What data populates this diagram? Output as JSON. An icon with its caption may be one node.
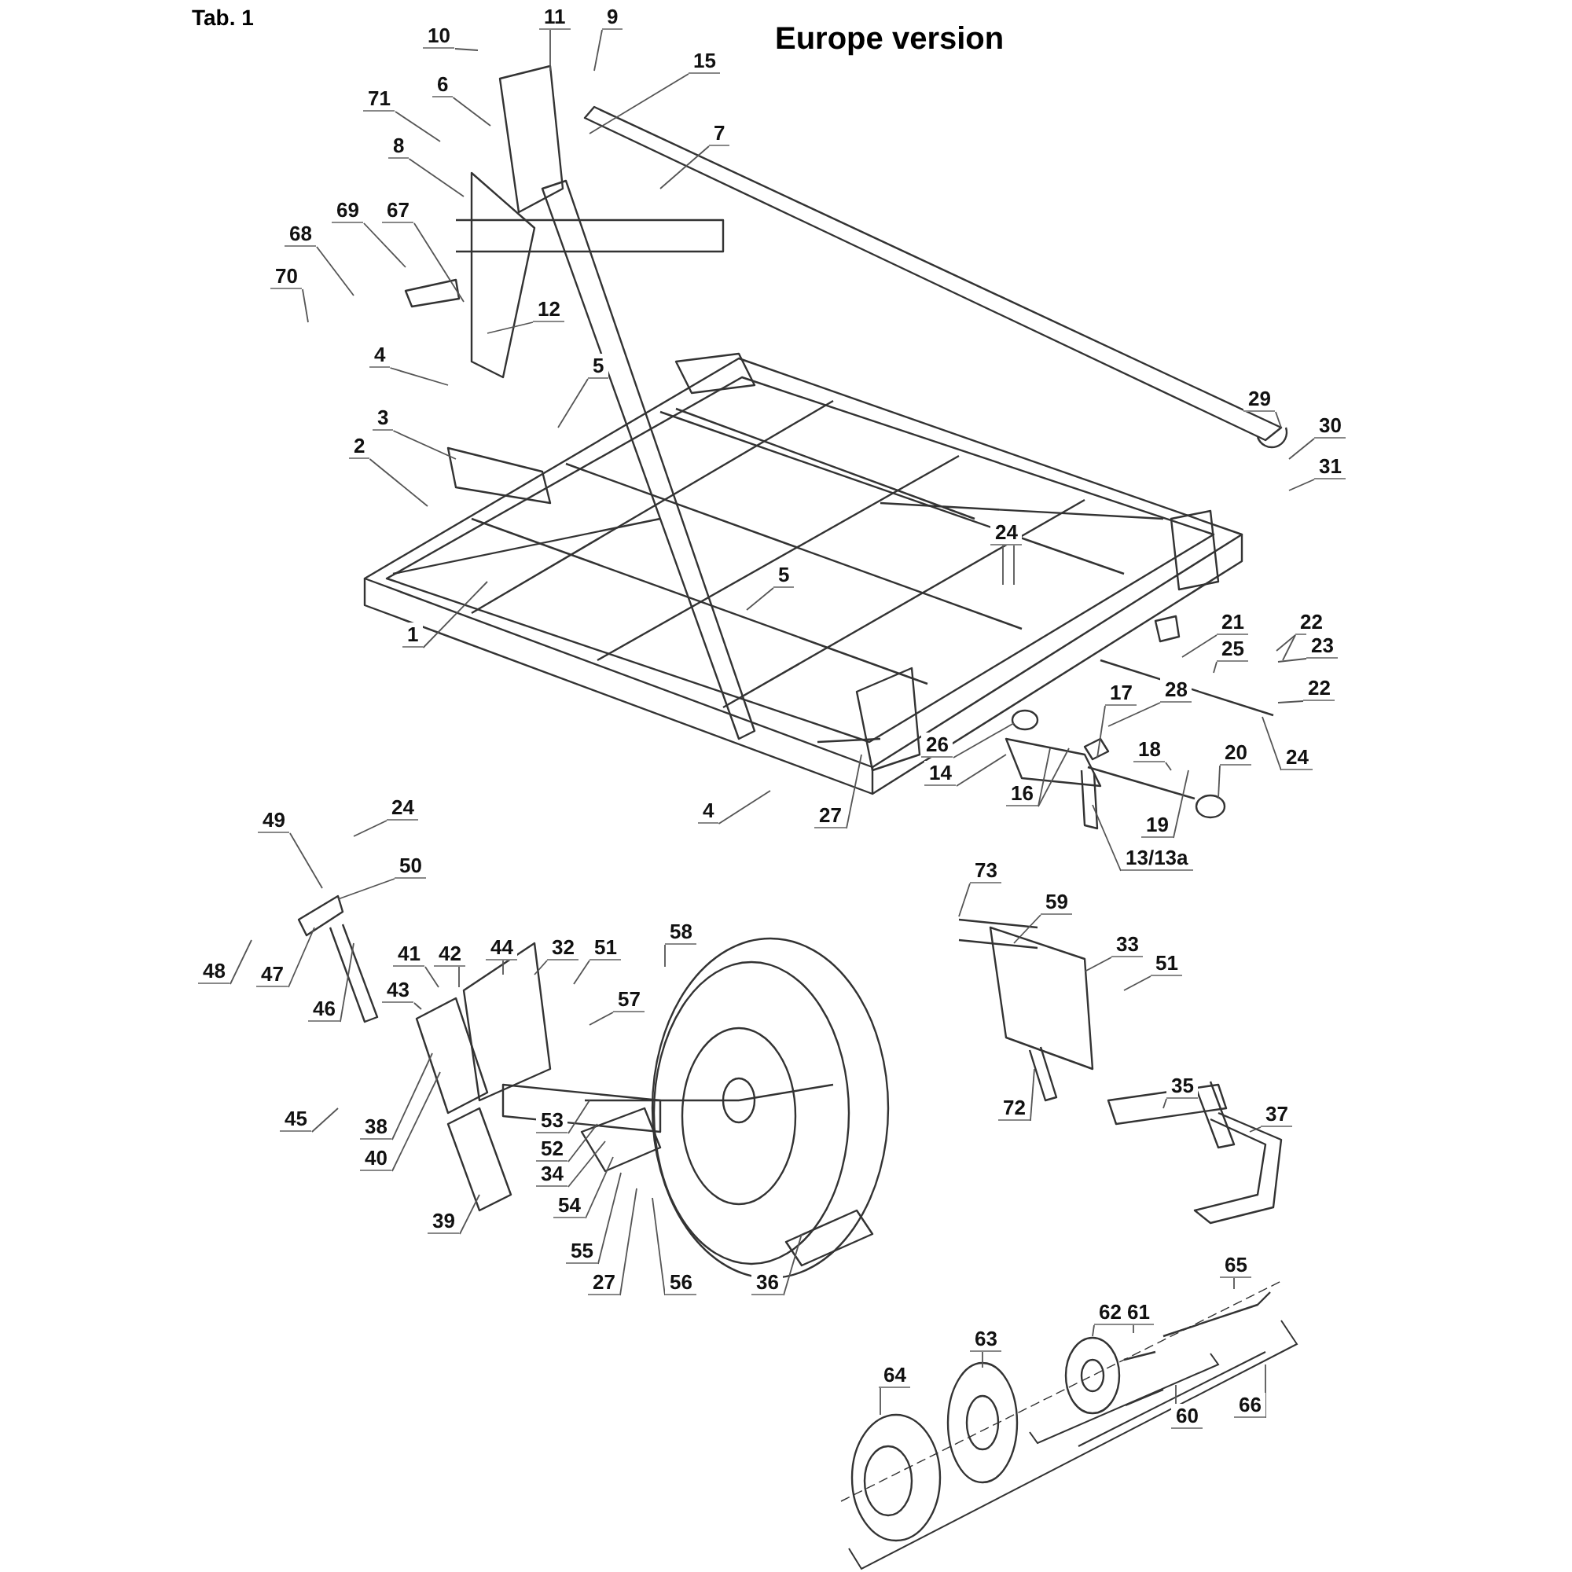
{
  "diagram": {
    "title": "Europe version",
    "nodes": [
      {
        "text": [
          "11"
        ]
      },
      {
        "text": [
          "9"
        ]
      },
      {
        "text": [
          "10"
        ]
      },
      {
        "text": [
          "6"
        ]
      },
      {
        "text": [
          "71"
        ]
      },
      {
        "text": [
          "15"
        ]
      },
      {
        "text": [
          "7"
        ]
      },
      {
        "text": [
          "8"
        ]
      },
      {
        "text": [
          "69"
        ]
      },
      {
        "text": [
          "67"
        ]
      },
      {
        "text": [
          "68"
        ]
      },
      {
        "text": [
          "70"
        ]
      },
      {
        "text": [
          "12"
        ]
      },
      {
        "text": [
          "4"
        ]
      },
      {
        "text": [
          "5"
        ]
      },
      {
        "text": [
          "3"
        ]
      },
      {
        "text": [
          "2"
        ]
      },
      {
        "text": [
          "29"
        ]
      },
      {
        "text": [
          "30"
        ]
      },
      {
        "text": [
          "31"
        ]
      },
      {
        "text": [
          "24"
        ]
      },
      {
        "text": [
          "5"
        ]
      },
      {
        "text": [
          "21"
        ]
      },
      {
        "text": [
          "22"
        ]
      },
      {
        "text": [
          "23"
        ]
      },
      {
        "text": [
          "25"
        ]
      },
      {
        "text": [
          "22"
        ]
      },
      {
        "text": [
          "28"
        ]
      },
      {
        "text": [
          "17"
        ]
      },
      {
        "text": [
          "24"
        ]
      },
      {
        "text": [
          "26"
        ]
      },
      {
        "text": [
          "16"
        ]
      },
      {
        "text": [
          "18"
        ]
      },
      {
        "text": [
          "20"
        ]
      },
      {
        "text": [
          "14"
        ]
      },
      {
        "text": [
          "19"
        ]
      },
      {
        "text": [
          "1"
        ]
      },
      {
        "text": [
          "4"
        ]
      },
      {
        "text": [
          "27"
        ]
      },
      {
        "text": [
          "13/13a"
        ]
      },
      {
        "text": [
          "24"
        ]
      },
      {
        "text": [
          "49"
        ]
      },
      {
        "text": [
          "50"
        ]
      },
      {
        "text": [
          "48"
        ]
      },
      {
        "text": [
          "47"
        ]
      },
      {
        "text": [
          "46"
        ]
      },
      {
        "text": [
          "44"
        ]
      },
      {
        "text": [
          "32"
        ]
      },
      {
        "text": [
          "51"
        ]
      },
      {
        "text": [
          "58"
        ]
      },
      {
        "text": [
          "41"
        ]
      },
      {
        "text": [
          "42"
        ]
      },
      {
        "text": [
          "43"
        ]
      },
      {
        "text": [
          "57"
        ]
      },
      {
        "text": [
          "45"
        ]
      },
      {
        "text": [
          "53"
        ]
      },
      {
        "text": [
          "38"
        ]
      },
      {
        "text": [
          "52"
        ]
      },
      {
        "text": [
          "40"
        ]
      },
      {
        "text": [
          "34"
        ]
      },
      {
        "text": [
          "54"
        ]
      },
      {
        "text": [
          "39"
        ]
      },
      {
        "text": [
          "55"
        ]
      },
      {
        "text": [
          "27"
        ]
      },
      {
        "text": [
          "56"
        ]
      },
      {
        "text": [
          "36"
        ]
      },
      {
        "text": [
          "73"
        ]
      },
      {
        "text": [
          "59"
        ]
      },
      {
        "text": [
          "33"
        ]
      },
      {
        "text": [
          "51"
        ]
      },
      {
        "text": [
          "72"
        ]
      },
      {
        "text": [
          "35"
        ]
      },
      {
        "text": [
          "37"
        ]
      },
      {
        "text": [
          "65"
        ]
      },
      {
        "text": [
          "62"
        ]
      },
      {
        "text": [
          "61"
        ]
      },
      {
        "text": [
          "63"
        ]
      },
      {
        "text": [
          "64"
        ]
      },
      {
        "text": [
          "60"
        ]
      },
      {
        "text": [
          "66"
        ]
      }
    ],
    "edges": [
      {
        "from": 0,
        "to": null,
        "arrow": "none"
      },
      {
        "from": 1,
        "to": null,
        "arrow": "none"
      },
      {
        "from": 2,
        "to": null,
        "arrow": "none"
      },
      {
        "from": 3,
        "to": null,
        "arrow": "none"
      },
      {
        "from": 4,
        "to": null,
        "arrow": "none"
      },
      {
        "from": 5,
        "to": null,
        "arrow": "none"
      },
      {
        "from": 6,
        "to": null,
        "arrow": "none"
      },
      {
        "from": 7,
        "to": null,
        "arrow": "none"
      },
      {
        "from": 8,
        "to": null,
        "arrow": "none"
      },
      {
        "from": 9,
        "to": null,
        "arrow": "none"
      },
      {
        "from": 10,
        "to": null,
        "arrow": "none"
      },
      {
        "from": 11,
        "to": null,
        "arrow": "none"
      },
      {
        "from": 12,
        "to": null,
        "arrow": "none"
      },
      {
        "from": 13,
        "to": null,
        "arrow": "none"
      },
      {
        "from": 14,
        "to": null,
        "arrow": "none"
      },
      {
        "from": 15,
        "to": null,
        "arrow": "none"
      },
      {
        "from": 16,
        "to": null,
        "arrow": "none"
      },
      {
        "from": 17,
        "to": null,
        "arrow": "none"
      },
      {
        "from": 18,
        "to": null,
        "arrow": "none"
      },
      {
        "from": 19,
        "to": null,
        "arrow": "none"
      },
      {
        "from": 20,
        "to": null,
        "arrow": "none"
      },
      {
        "from": 20,
        "to": null,
        "arrow": "none"
      },
      {
        "from": 21,
        "to": null,
        "arrow": "none"
      },
      {
        "from": 22,
        "to": null,
        "arrow": "none"
      },
      {
        "from": 23,
        "to": null,
        "arrow": "none"
      },
      {
        "from": 23,
        "to": null,
        "arrow": "none"
      },
      {
        "from": 24,
        "to": null,
        "arrow": "none"
      },
      {
        "from": 25,
        "to": null,
        "arrow": "none"
      },
      {
        "from": 26,
        "to": null,
        "arrow": "none"
      },
      {
        "from": 27,
        "to": null,
        "arrow": "none"
      },
      {
        "from": 28,
        "to": null,
        "arrow": "none"
      },
      {
        "from": 29,
        "to": null,
        "arrow": "none"
      },
      {
        "from": 30,
        "to": null,
        "arrow": "none"
      },
      {
        "from": 31,
        "to": null,
        "arrow": "none"
      },
      {
        "from": 31,
        "to": null,
        "arrow": "none"
      },
      {
        "from": 32,
        "to": null,
        "arrow": "none"
      },
      {
        "from": 33,
        "to": null,
        "arrow": "none"
      },
      {
        "from": 34,
        "to": null,
        "arrow": "none"
      },
      {
        "from": 35,
        "to": null,
        "arrow": "none"
      },
      {
        "from": 36,
        "to": null,
        "arrow": "none"
      },
      {
        "from": 37,
        "to": null,
        "arrow": "none"
      },
      {
        "from": 38,
        "to": null,
        "arrow": "none"
      },
      {
        "from": 39,
        "to": null,
        "arrow": "none"
      },
      {
        "from": 40,
        "to": null,
        "arrow": "none"
      },
      {
        "from": 41,
        "to": null,
        "arrow": "none"
      },
      {
        "from": 42,
        "to": null,
        "arrow": "none"
      },
      {
        "from": 43,
        "to": null,
        "arrow": "none"
      },
      {
        "from": 44,
        "to": null,
        "arrow": "none"
      },
      {
        "from": 45,
        "to": null,
        "arrow": "none"
      },
      {
        "from": 46,
        "to": null,
        "arrow": "none"
      },
      {
        "from": 47,
        "to": null,
        "arrow": "none"
      },
      {
        "from": 48,
        "to": null,
        "arrow": "none"
      },
      {
        "from": 49,
        "to": null,
        "arrow": "none"
      },
      {
        "from": 50,
        "to": null,
        "arrow": "none"
      },
      {
        "from": 51,
        "to": null,
        "arrow": "none"
      },
      {
        "from": 52,
        "to": null,
        "arrow": "none"
      },
      {
        "from": 53,
        "to": null,
        "arrow": "none"
      },
      {
        "from": 54,
        "to": null,
        "arrow": "none"
      },
      {
        "from": 55,
        "to": null,
        "arrow": "none"
      },
      {
        "from": 56,
        "to": null,
        "arrow": "none"
      },
      {
        "from": 57,
        "to": null,
        "arrow": "none"
      },
      {
        "from": 58,
        "to": null,
        "arrow": "none"
      },
      {
        "from": 59,
        "to": null,
        "arrow": "none"
      },
      {
        "from": 60,
        "to": null,
        "arrow": "none"
      },
      {
        "from": 61,
        "to": null,
        "arrow": "none"
      },
      {
        "from": 62,
        "to": null,
        "arrow": "none"
      },
      {
        "from": 63,
        "to": null,
        "arrow": "none"
      },
      {
        "from": 64,
        "to": null,
        "arrow": "none"
      },
      {
        "from": 65,
        "to": null,
        "arrow": "none"
      },
      {
        "from": 66,
        "to": null,
        "arrow": "none"
      },
      {
        "from": 67,
        "to": null,
        "arrow": "none"
      },
      {
        "from": 68,
        "to": null,
        "arrow": "none"
      },
      {
        "from": 69,
        "to": null,
        "arrow": "none"
      },
      {
        "from": 70,
        "to": null,
        "arrow": "none"
      },
      {
        "from": 71,
        "to": null,
        "arrow": "none"
      },
      {
        "from": 72,
        "to": null,
        "arrow": "none"
      },
      {
        "from": 73,
        "to": null,
        "arrow": "none"
      },
      {
        "from": 74,
        "to": null,
        "arrow": "none"
      },
      {
        "from": 75,
        "to": null,
        "arrow": "none"
      },
      {
        "from": 76,
        "to": null,
        "arrow": "none"
      },
      {
        "from": 77,
        "to": null,
        "arrow": "none"
      },
      {
        "from": 78,
        "to": null,
        "arrow": "none"
      },
      {
        "from": 79,
        "to": null,
        "arrow": "none"
      }
    ],
    "labels": [
      "Tab. 1"
    ]
  }
}
